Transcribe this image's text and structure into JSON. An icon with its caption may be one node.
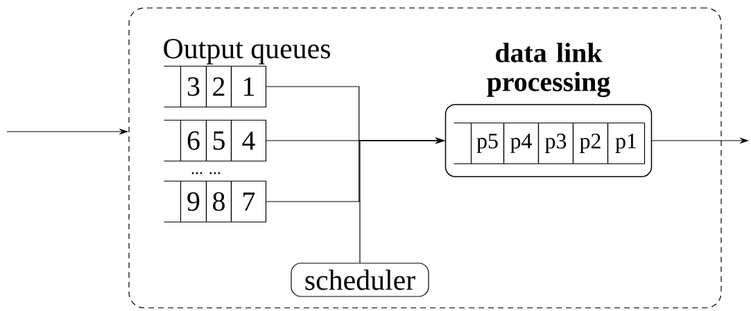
{
  "diagram": {
    "nodes": [
      {
        "text": [],
        "shape": "box"
      },
      {
        "text": [
          "3",
          "2",
          "1"
        ],
        "in": 0
      },
      {
        "text": [
          "6",
          "5",
          "4"
        ],
        "in": 0
      },
      {
        "text": [
          "9",
          "8",
          "7"
        ],
        "in": 0
      },
      {
        "text": [
          "data link processing"
        ],
        "in": 0
      },
      {
        "text": [
          "p5",
          "p4",
          "p3",
          "p2",
          "p1"
        ],
        "in": 4
      },
      {
        "text": [
          "scheduler"
        ],
        "in": 0
      }
    ],
    "edges": [
      {
        "from": null,
        "to": 0,
        "arrow": "to"
      },
      {
        "from": 1,
        "to": 4,
        "arrow": "to"
      },
      {
        "from": 2,
        "to": 4,
        "arrow": "to"
      },
      {
        "from": 3,
        "to": 4,
        "arrow": "to"
      },
      {
        "from": 6,
        "to": 4,
        "arrow": "to"
      },
      {
        "from": 4,
        "to": null,
        "arrow": "to"
      }
    ],
    "labels": [
      "Output queues",
      "... ..."
    ]
  }
}
